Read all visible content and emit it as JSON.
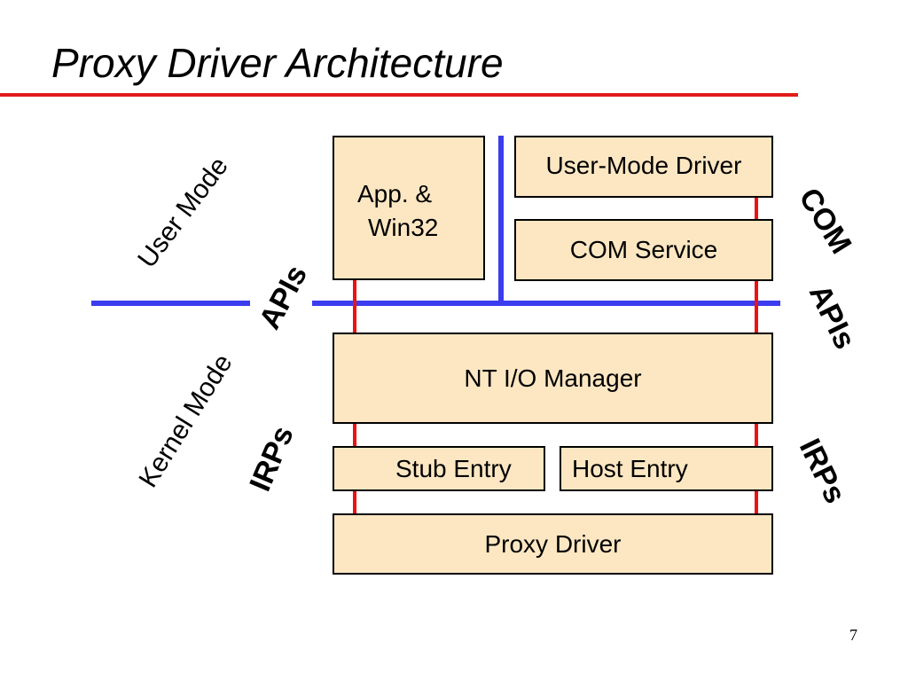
{
  "title": "Proxy Driver Architecture",
  "page_number": "7",
  "colors": {
    "box_fill": "#fde7c2",
    "divider": "#3b3bf0",
    "arrow": "#ee1111",
    "title_rule": "#e21b1b"
  },
  "mode_labels": {
    "user_mode": "User Mode",
    "kernel_mode": "Kernel Mode"
  },
  "left_labels": {
    "apis": "APIs",
    "irps": "IRPs"
  },
  "right_labels": {
    "com": "COM",
    "apis": "APIs",
    "irps": "IRPs"
  },
  "boxes": {
    "app_line1": "App. &",
    "app_line2": "Win32",
    "user_mode_driver": "User-Mode Driver",
    "com_service": "COM Service",
    "nt_io_manager": "NT I/O Manager",
    "stub_entry": "Stub Entry",
    "host_entry": "Host Entry",
    "proxy_driver": "Proxy Driver"
  }
}
